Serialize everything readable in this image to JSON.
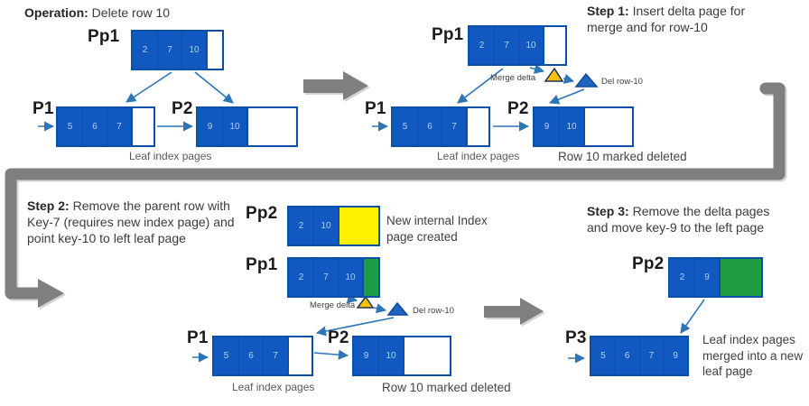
{
  "colors": {
    "page_blue": "#1159c1",
    "box_border": "#0a4fa8",
    "new_page_yellow": "#fff100",
    "new_page_green": "#1f9c41",
    "merge_delta_yellow": "#ffc000",
    "arrow_blue": "#2e75b6",
    "flow_gray": "#7f7f7f"
  },
  "op": {
    "heading_bold": "Operation:",
    "heading_rest": " Delete row 10",
    "pp1": {
      "label": "Pp1",
      "cells": [
        "2",
        "7",
        "10"
      ]
    },
    "p1": {
      "label": "P1",
      "cells": [
        "5",
        "6",
        "7"
      ]
    },
    "p2": {
      "label": "P2",
      "cells": [
        "9",
        "10"
      ]
    },
    "leaf_label": "Leaf index pages"
  },
  "step1": {
    "heading_bold": "Step 1:",
    "heading_rest": " Insert delta page for merge and for row-10",
    "pp1": {
      "label": "Pp1",
      "cells": [
        "2",
        "7",
        "10"
      ]
    },
    "p1": {
      "label": "P1",
      "cells": [
        "5",
        "6",
        "7"
      ]
    },
    "p2": {
      "label": "P2",
      "cells": [
        "9",
        "10"
      ]
    },
    "merge_delta_label": "Merge delta",
    "del_row_label": "Del row-10",
    "leaf_label": "Leaf index pages",
    "row_deleted_label": "Row 10 marked deleted"
  },
  "step2": {
    "heading_bold": "Step 2:",
    "heading_rest": " Remove the parent row with Key-7 (requires new index page) and point key-10 to left leaf page",
    "pp2": {
      "label": "Pp2",
      "cells": [
        "2",
        "10"
      ]
    },
    "pp1": {
      "label": "Pp1",
      "cells": [
        "2",
        "7",
        "10"
      ]
    },
    "p1": {
      "label": "P1",
      "cells": [
        "5",
        "6",
        "7"
      ]
    },
    "p2": {
      "label": "P2",
      "cells": [
        "9",
        "10"
      ]
    },
    "new_page_note": "New internal Index page created",
    "merge_delta_label": "Merge delta",
    "del_row_label": "Del row-10",
    "leaf_label": "Leaf index pages",
    "row_deleted_label": "Row 10 marked deleted"
  },
  "step3": {
    "heading_bold": "Step 3:",
    "heading_rest": " Remove the delta pages and move key-9 to the left page",
    "pp2": {
      "label": "Pp2",
      "cells": [
        "2",
        "9"
      ]
    },
    "p3": {
      "label": "P3",
      "cells": [
        "5",
        "6",
        "7",
        "9"
      ]
    },
    "merged_note": "Leaf index pages merged into a new leaf page"
  }
}
